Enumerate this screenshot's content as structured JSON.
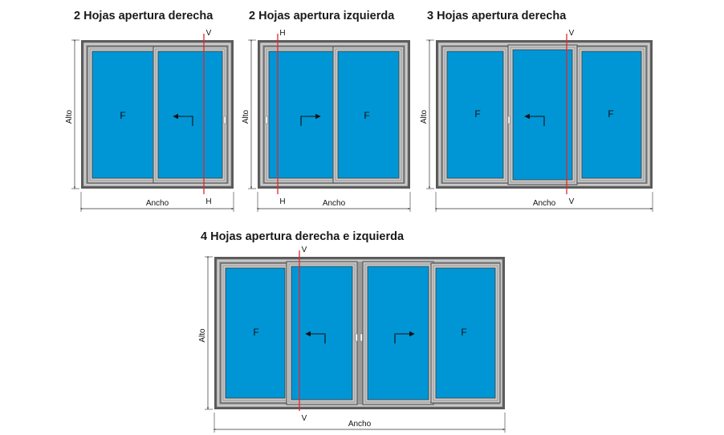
{
  "diagrams": [
    {
      "title": "2 Hojas apertura derecha",
      "panels": [
        {
          "label": "F"
        },
        {
          "label": ""
        }
      ],
      "cut_top": "V",
      "cut_bottom": "H",
      "dim_width": "Ancho",
      "dim_height": "Alto",
      "arrow_direction": "left"
    },
    {
      "title": "2 Hojas apertura izquierda",
      "panels": [
        {
          "label": ""
        },
        {
          "label": "F"
        }
      ],
      "cut_top": "H",
      "cut_bottom": "H",
      "dim_width": "Ancho",
      "dim_height": "Alto",
      "arrow_direction": "right"
    },
    {
      "title": "3 Hojas apertura derecha",
      "panels": [
        {
          "label": "F"
        },
        {
          "label": ""
        },
        {
          "label": "F"
        }
      ],
      "cut_top": "V",
      "cut_bottom": "V",
      "dim_width": "Ancho",
      "dim_height": "Alto",
      "arrow_direction": "left"
    },
    {
      "title": "4 Hojas apertura derecha e izquierda",
      "panels": [
        {
          "label": "F"
        },
        {
          "label": ""
        },
        {
          "label": ""
        },
        {
          "label": "F"
        }
      ],
      "cut_top": "V",
      "cut_bottom": "V",
      "dim_width": "Ancho",
      "dim_height": "Alto",
      "arrow_directions": [
        "left",
        "right"
      ]
    }
  ],
  "colors": {
    "glass": "#0096d6",
    "frame_outer": "#5a5a5a",
    "frame_inner": "#c9c9c9",
    "cut_line": "#e0282d",
    "dimension_line": "#333333"
  }
}
